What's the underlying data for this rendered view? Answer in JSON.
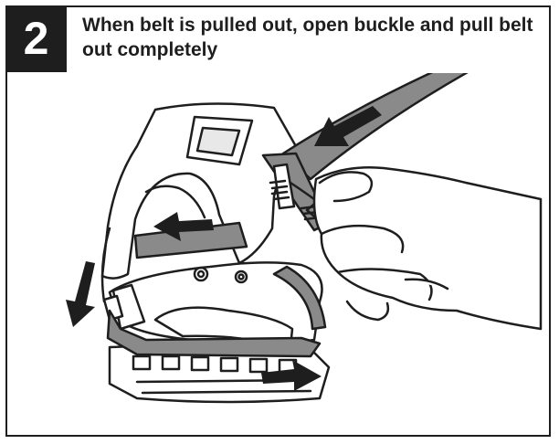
{
  "step": {
    "number": "2",
    "instruction": "When belt is pulled out, open buckle and pull belt out completely"
  },
  "colors": {
    "frame": "#1e1e1e",
    "belt": "#8a8a8a",
    "outline": "#1e1e1e",
    "background": "#ffffff"
  },
  "illustration": {
    "subject": "pedal with strap buckle being opened by hand",
    "icons": [
      "pedal-icon",
      "belt-strap-icon",
      "buckle-icon",
      "hand-icon",
      "arrow-icon"
    ]
  }
}
